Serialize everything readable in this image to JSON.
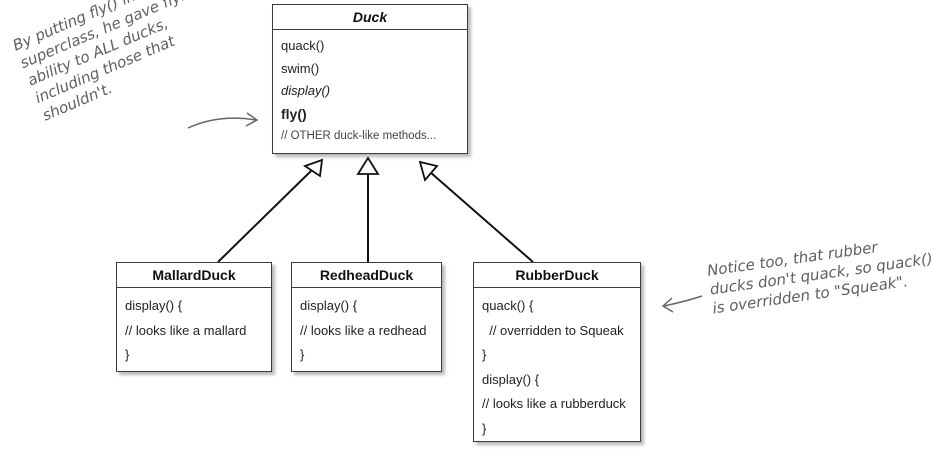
{
  "classes": {
    "duck": {
      "name": "Duck",
      "methods": [
        "quack()",
        "swim()",
        "display()",
        "fly()",
        "// OTHER duck-like methods..."
      ]
    },
    "mallard": {
      "name": "MallardDuck",
      "methods": [
        "display() {",
        "// looks like a mallard",
        "}"
      ]
    },
    "redhead": {
      "name": "RedheadDuck",
      "methods": [
        "display() {",
        "// looks like a redhead",
        "}"
      ]
    },
    "rubber": {
      "name": "RubberDuck",
      "methods": [
        "quack() {",
        "  // overridden to Squeak",
        "}",
        "display() {",
        "// looks like a rubberduck",
        "}"
      ]
    }
  },
  "annotations": {
    "left": [
      "By putting fly() in the",
      "superclass, he gave flying",
      "ability to ALL ducks,",
      "including those that",
      "shouldn't."
    ],
    "right": [
      "Notice too, that rubber",
      "ducks don't quack, so quack()",
      "is overridden to \"Squeak\"."
    ]
  }
}
